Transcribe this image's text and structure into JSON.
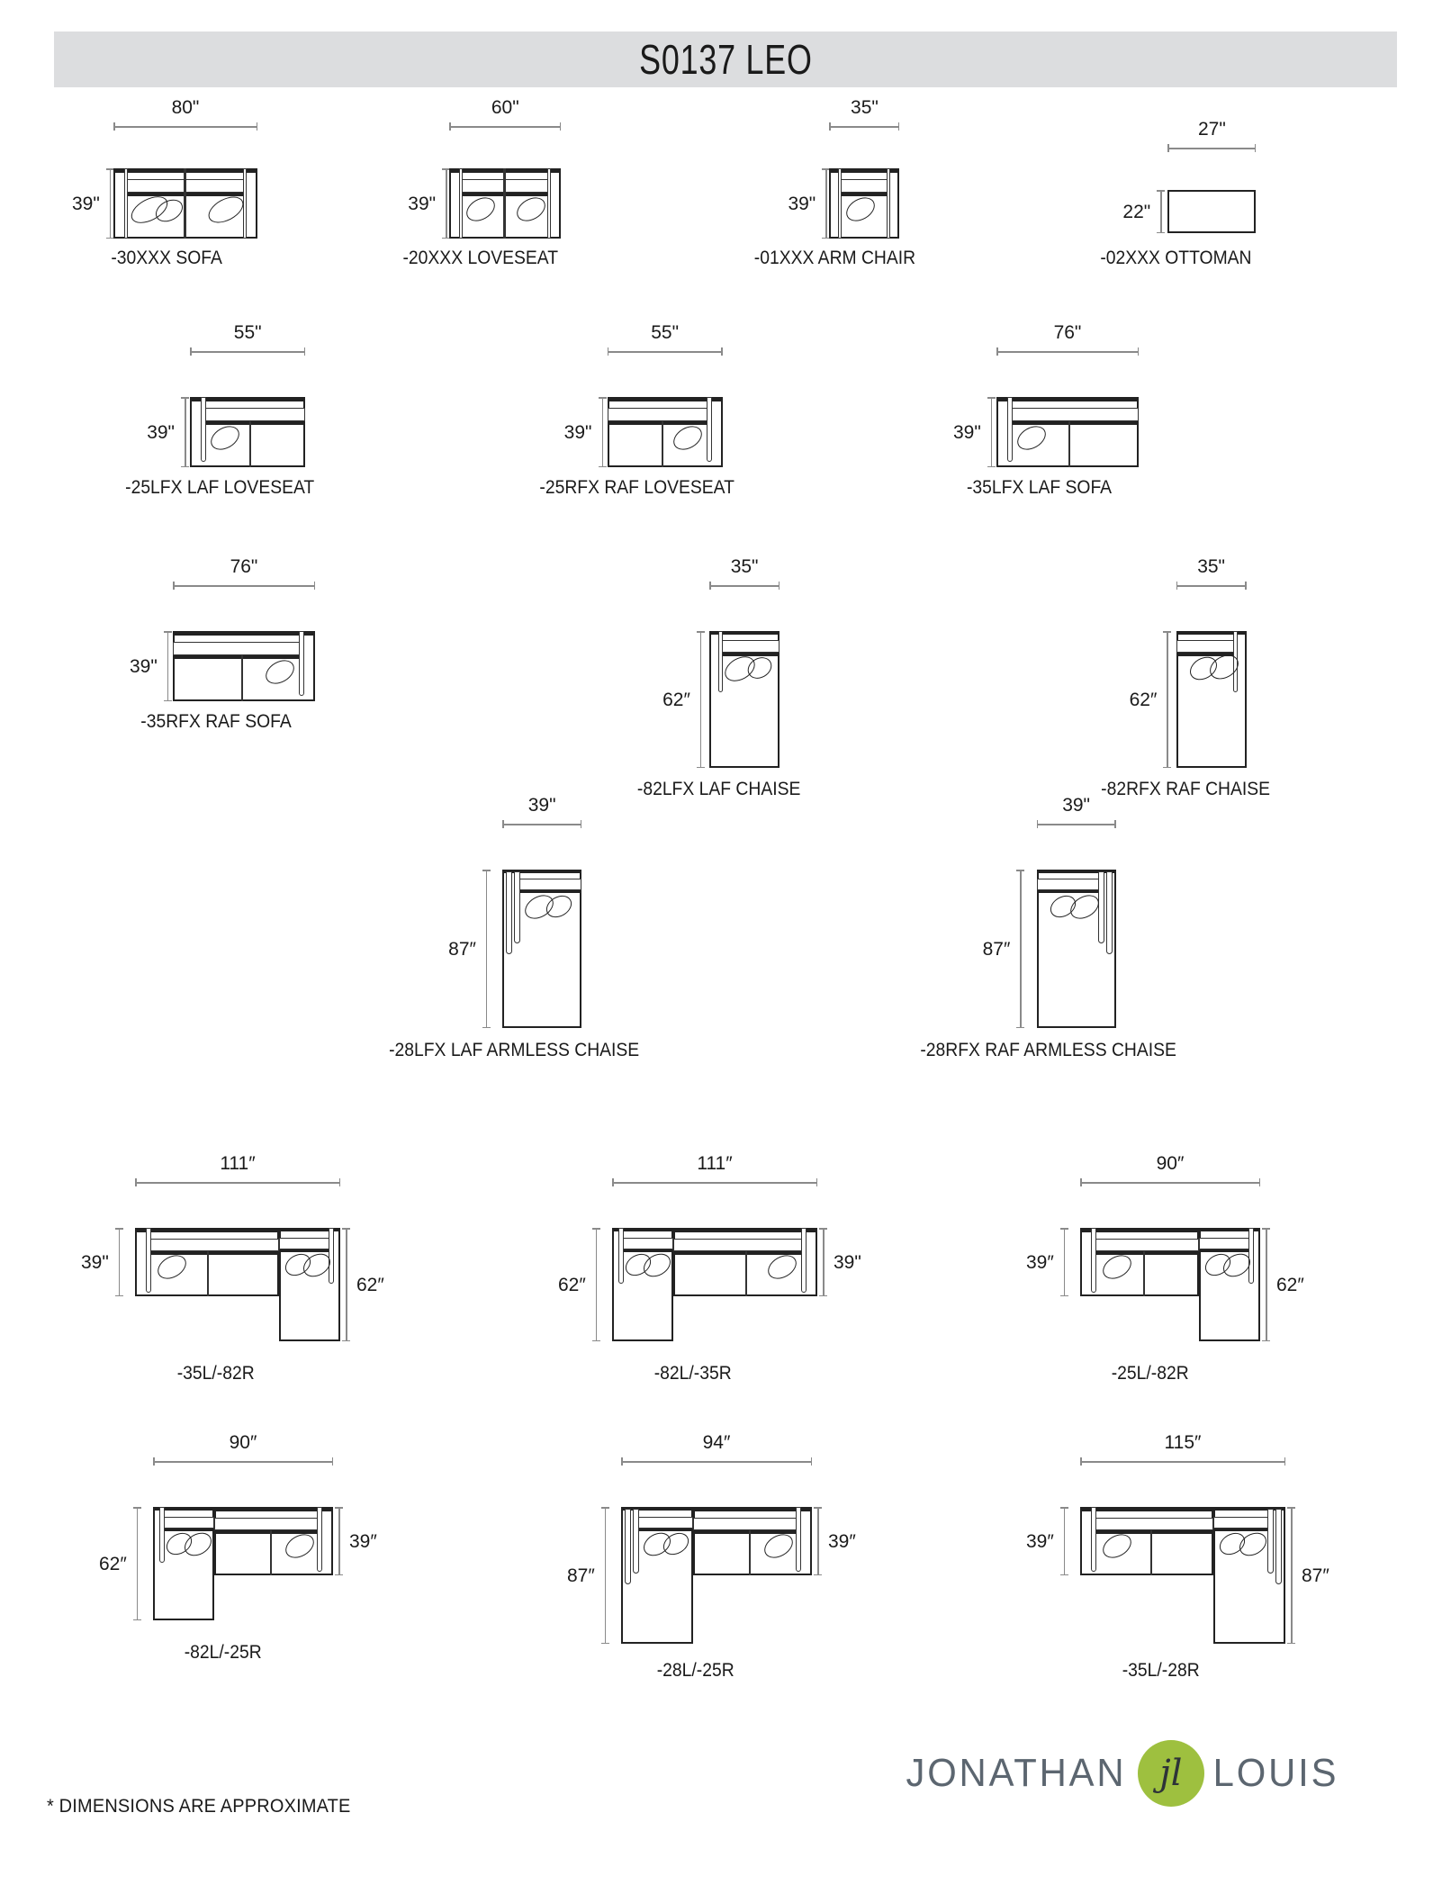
{
  "header": {
    "title": "S0137 LEO"
  },
  "footer": {
    "note": "* DIMENSIONS ARE APPROXIMATE",
    "logo": {
      "left_word": "JONATHAN",
      "mark_text": "jl",
      "right_word": "LOUIS",
      "mark_color": "#9ec03f"
    }
  },
  "colors": {
    "banner": "#dcdddf",
    "line": "#222222",
    "dim_line": "#8a8a8a",
    "accent": "#9ec03f"
  },
  "pieces": [
    {
      "id": "sofa",
      "label": "-30XXX SOFA",
      "width": "80\"",
      "depth": "39\""
    },
    {
      "id": "loveseat",
      "label": "-20XXX LOVESEAT",
      "width": "60\"",
      "depth": "39\""
    },
    {
      "id": "arm-chair",
      "label": "-01XXX ARM CHAIR",
      "width": "35\"",
      "depth": "39\""
    },
    {
      "id": "ottoman",
      "label": "-02XXX OTTOMAN",
      "width": "27\"",
      "depth": "22\""
    },
    {
      "id": "laf-loveseat",
      "label": "-25LFX LAF LOVESEAT",
      "width": "55\"",
      "depth": "39\""
    },
    {
      "id": "raf-loveseat",
      "label": "-25RFX RAF LOVESEAT",
      "width": "55\"",
      "depth": "39\""
    },
    {
      "id": "laf-sofa",
      "label": "-35LFX LAF SOFA",
      "width": "76\"",
      "depth": "39\""
    },
    {
      "id": "raf-sofa",
      "label": "-35RFX RAF SOFA",
      "width": "76\"",
      "depth": "39\""
    },
    {
      "id": "laf-chaise",
      "label": "-82LFX LAF CHAISE",
      "width": "35\"",
      "depth": "62″"
    },
    {
      "id": "raf-chaise",
      "label": "-82RFX RAF CHAISE",
      "width": "35\"",
      "depth": "62″"
    },
    {
      "id": "laf-armless-chaise",
      "label": "-28LFX LAF ARMLESS CHAISE",
      "width": "39\"",
      "depth": "87″"
    },
    {
      "id": "raf-armless-chaise",
      "label": "-28RFX RAF ARMLESS CHAISE",
      "width": "39\"",
      "depth": "87″"
    }
  ],
  "sectionals": [
    {
      "id": "35l-82r",
      "label": "-35L/-82R",
      "width": "111″",
      "depth_left": "39\"",
      "depth_right": "62″"
    },
    {
      "id": "82l-35r",
      "label": "-82L/-35R",
      "width": "111″",
      "depth_left": "62″",
      "depth_right": "39\""
    },
    {
      "id": "25l-82r",
      "label": "-25L/-82R",
      "width": "90″",
      "depth_left": "39″",
      "depth_right": "62″"
    },
    {
      "id": "82l-25r",
      "label": "-82L/-25R",
      "width": "90″",
      "depth_left": "62″",
      "depth_right": "39″"
    },
    {
      "id": "28l-25r",
      "label": "-28L/-25R",
      "width": "94″",
      "depth_left": "87″",
      "depth_right": "39″"
    },
    {
      "id": "35l-28r",
      "label": "-35L/-28R",
      "width": "115″",
      "depth_left": "39″",
      "depth_right": "87″"
    }
  ]
}
